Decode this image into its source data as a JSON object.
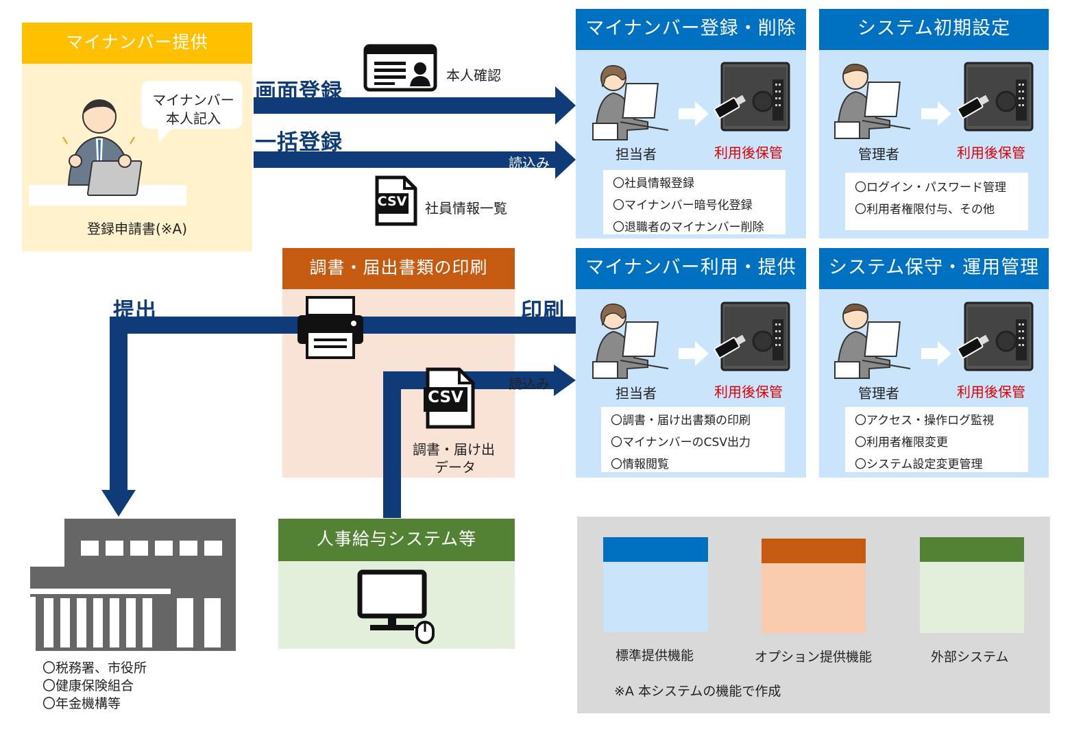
{
  "colors": {
    "yellow_header": "#ffc000",
    "yellow_body": "#fff2cc",
    "blue_header": "#0070c0",
    "blue_body": "#c9e4fb",
    "orange_header": "#c55a11",
    "orange_body": "#f8e3d6",
    "green_header": "#548235",
    "green_body": "#e2efda",
    "arrow": "#0f3b78",
    "legend_bg": "#d9d9d9",
    "accent_red": "#e00000"
  },
  "provision": {
    "title": "マイナンバー提供",
    "bubble_line1": "マイナンバー",
    "bubble_line2": "本人記入",
    "caption": "登録申請書(※A)"
  },
  "flows": {
    "screen_register": "画面登録",
    "bulk_register": "一括登録",
    "read_in": "読込み",
    "identity_check": "本人確認",
    "employee_list": "社員情報一覧",
    "csv": "CSV",
    "submit": "提出",
    "print": "印刷",
    "read_in_2": "読込み",
    "report_data_line1": "調書・届け出",
    "report_data_line2": "データ"
  },
  "panels": {
    "reg_delete": {
      "title": "マイナンバー登録・削除",
      "person": "担当者",
      "storage": "利用後保管",
      "items": [
        "〇社員情報登録",
        "〇マイナンバー暗号化登録",
        "〇退職者のマイナンバー削除"
      ]
    },
    "initial_setup": {
      "title": "システム初期設定",
      "person": "管理者",
      "storage": "利用後保管",
      "items": [
        "〇ログイン・パスワード管理",
        "〇利用者権限付与、その他"
      ]
    },
    "use_provide": {
      "title": "マイナンバー利用・提供",
      "person": "担当者",
      "storage": "利用後保管",
      "items": [
        "〇調書・届け出書類の印刷",
        "〇マイナンバーのCSV出力",
        "〇情報閲覧"
      ]
    },
    "maintenance": {
      "title": "システム保守・運用管理",
      "person": "管理者",
      "storage": "利用後保管",
      "items": [
        "〇アクセス・操作ログ監視",
        "〇利用者権限変更",
        "〇システム設定変更管理"
      ]
    }
  },
  "print_box": {
    "title": "調書・届出書類の印刷"
  },
  "hr_system": {
    "title": "人事給与システム等"
  },
  "authorities": [
    "〇税務署、市役所",
    "〇健康保険組合",
    "〇年金機構等"
  ],
  "legend": {
    "standard": "標準提供機能",
    "option": "オプション提供機能",
    "external": "外部システム",
    "note": "※A 本システムの機能で作成"
  }
}
